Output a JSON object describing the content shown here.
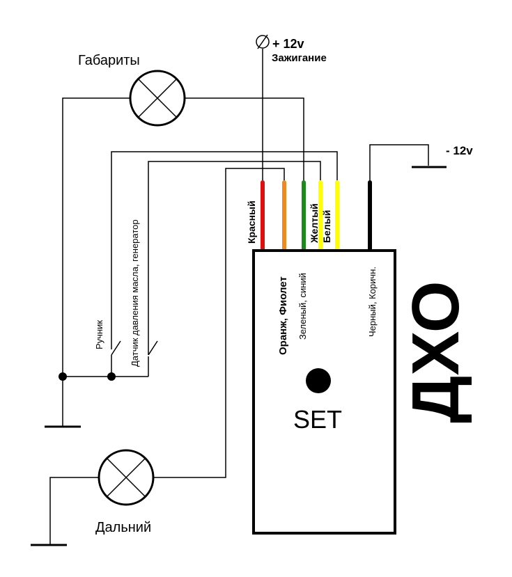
{
  "power": {
    "plus_label": "+ 12v",
    "ignition_label": "Зажигание",
    "minus_label": "- 12v"
  },
  "lamps": {
    "parking_label": "Габариты",
    "high_beam_label": "Дальний"
  },
  "switches": {
    "handbrake_label": "Ручник",
    "oil_sensor_label": "Датчик давления масла, генератор"
  },
  "wires": {
    "red": {
      "label": "Красный",
      "color": "#e01010"
    },
    "orange": {
      "label": "Оранж, Фиолет",
      "color": "#f08a1e"
    },
    "green": {
      "label": "Зеленый, синий",
      "color": "#1a8a1a"
    },
    "yellow": {
      "label": "Желтый",
      "color": "#ffff00"
    },
    "white": {
      "label": "Белый",
      "color": "#ffff00"
    },
    "black": {
      "label": "Черный, Коричн.",
      "color": "#000000"
    }
  },
  "module": {
    "name": "ДХО",
    "button_label": "SET"
  }
}
